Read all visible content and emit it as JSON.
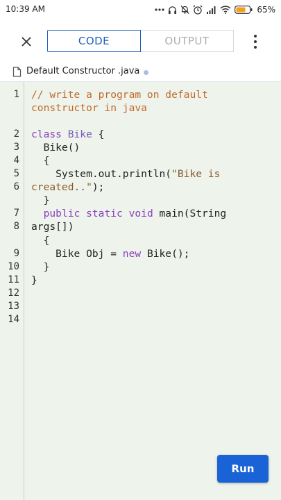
{
  "status_bar": {
    "time": "10:39 AM",
    "battery_percent": "65%",
    "icons": [
      "more-dots-icon",
      "headset-icon",
      "bell-off-icon",
      "alarm-icon",
      "signal-icon",
      "wifi-icon",
      "battery-icon"
    ]
  },
  "header": {
    "tabs": [
      {
        "label": "CODE",
        "active": true
      },
      {
        "label": "OUTPUT",
        "active": false
      }
    ]
  },
  "file": {
    "name": "Default Constructor .java",
    "unsaved": true
  },
  "editor": {
    "line_numbers": [
      "1",
      "2",
      "3",
      "4",
      "5",
      "6",
      "7",
      "8",
      "9",
      "10",
      "11",
      "12",
      "13",
      "14"
    ],
    "lines": [
      {
        "tokens": [
          {
            "t": "comment",
            "v": "// write a program on default"
          }
        ]
      },
      {
        "tokens": [
          {
            "t": "comment",
            "v": "constructor in java"
          }
        ]
      },
      {
        "tokens": [
          {
            "t": "kw",
            "v": "class "
          },
          {
            "t": "cls",
            "v": "Bike"
          },
          {
            "t": "plain",
            "v": " {"
          }
        ]
      },
      {
        "tokens": [
          {
            "t": "plain",
            "v": "  Bike()"
          }
        ]
      },
      {
        "tokens": [
          {
            "t": "plain",
            "v": "  {"
          }
        ]
      },
      {
        "tokens": [
          {
            "t": "plain",
            "v": "    System.out.println("
          },
          {
            "t": "str",
            "v": "\"Bike is"
          }
        ]
      },
      {
        "tokens": [
          {
            "t": "str",
            "v": "created..\""
          },
          {
            "t": "plain",
            "v": ");"
          }
        ]
      },
      {
        "tokens": [
          {
            "t": "plain",
            "v": "  }"
          }
        ]
      },
      {
        "tokens": [
          {
            "t": "plain",
            "v": "  "
          },
          {
            "t": "kw",
            "v": "public static void"
          },
          {
            "t": "plain",
            "v": " main(String"
          }
        ]
      },
      {
        "tokens": [
          {
            "t": "plain",
            "v": "args[])"
          }
        ]
      },
      {
        "tokens": [
          {
            "t": "plain",
            "v": "  {"
          }
        ]
      },
      {
        "tokens": [
          {
            "t": "plain",
            "v": "    Bike Obj = "
          },
          {
            "t": "kw",
            "v": "new"
          },
          {
            "t": "plain",
            "v": " Bike();"
          }
        ]
      },
      {
        "tokens": [
          {
            "t": "plain",
            "v": "  }"
          }
        ]
      },
      {
        "tokens": [
          {
            "t": "plain",
            "v": "}"
          }
        ]
      }
    ]
  },
  "run_button": {
    "label": "Run"
  },
  "colors": {
    "accent": "#1e5fb8",
    "run_button": "#1a63d6",
    "editor_background": "#eef3ec",
    "comment": "#c06a2b",
    "keyword": "#8b3fbf",
    "string": "#8a5a28"
  }
}
